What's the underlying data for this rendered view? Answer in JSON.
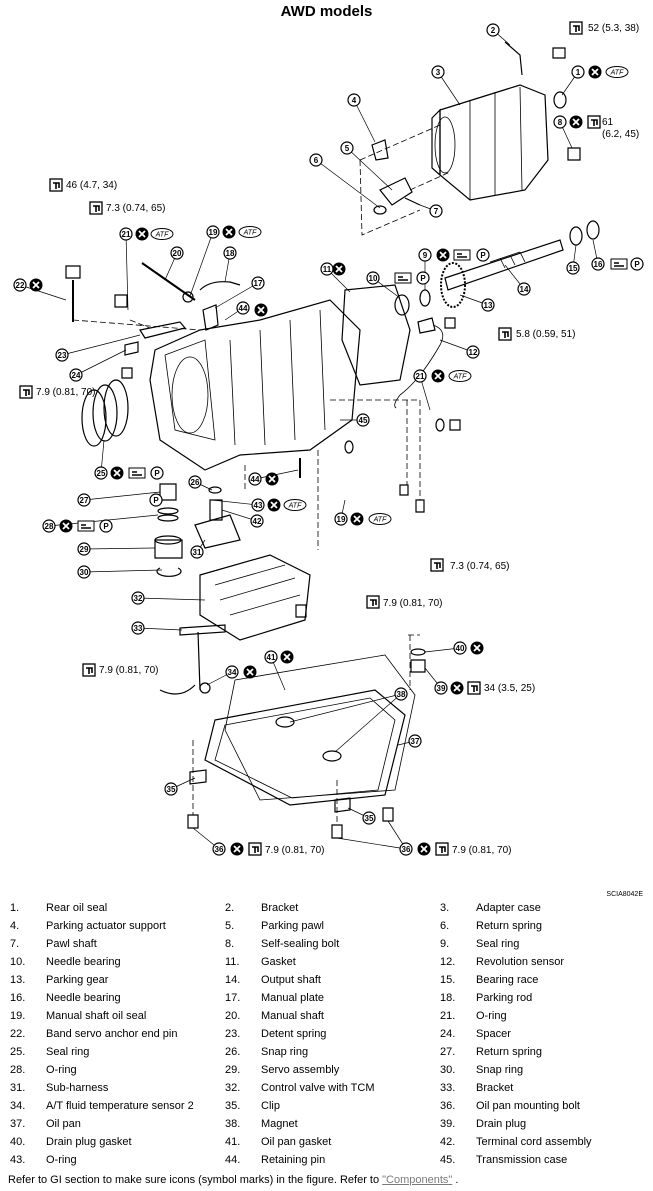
{
  "title": "AWD models",
  "diagram_code": "SCIA8042E",
  "callouts": [
    {
      "id": "t52",
      "text": "52 (5.3, 38)"
    },
    {
      "id": "t61a",
      "text": "61"
    },
    {
      "id": "t61b",
      "text": "(6.2, 45)"
    },
    {
      "id": "t46",
      "text": "46 (4.7, 34)"
    },
    {
      "id": "t73a",
      "text": "7.3 (0.74, 65)"
    },
    {
      "id": "t58",
      "text": "5.8 (0.59, 51)"
    },
    {
      "id": "t79a",
      "text": "7.9 (0.81, 70)"
    },
    {
      "id": "t73b",
      "text": "7.3 (0.74, 65)"
    },
    {
      "id": "t79b",
      "text": "7.9 (0.81, 70)"
    },
    {
      "id": "t79c",
      "text": "7.9 (0.81, 70)"
    },
    {
      "id": "t34",
      "text": "34 (3.5, 25)"
    },
    {
      "id": "t79d",
      "text": "7.9 (0.81, 70)"
    },
    {
      "id": "t79e",
      "text": "7.9 (0.81, 70)"
    }
  ],
  "symbols": {
    "atf": "ATF",
    "p": "P"
  },
  "parts": [
    {
      "num": "1.",
      "name": "Rear oil seal"
    },
    {
      "num": "2.",
      "name": "Bracket"
    },
    {
      "num": "3.",
      "name": "Adapter case"
    },
    {
      "num": "4.",
      "name": "Parking actuator support"
    },
    {
      "num": "5.",
      "name": "Parking pawl"
    },
    {
      "num": "6.",
      "name": "Return spring"
    },
    {
      "num": "7.",
      "name": "Pawl shaft"
    },
    {
      "num": "8.",
      "name": "Self-sealing bolt"
    },
    {
      "num": "9.",
      "name": "Seal ring"
    },
    {
      "num": "10.",
      "name": "Needle bearing"
    },
    {
      "num": "11.",
      "name": "Gasket"
    },
    {
      "num": "12.",
      "name": "Revolution sensor"
    },
    {
      "num": "13.",
      "name": "Parking gear"
    },
    {
      "num": "14.",
      "name": "Output shaft"
    },
    {
      "num": "15.",
      "name": "Bearing race"
    },
    {
      "num": "16.",
      "name": "Needle bearing"
    },
    {
      "num": "17.",
      "name": "Manual plate"
    },
    {
      "num": "18.",
      "name": "Parking rod"
    },
    {
      "num": "19.",
      "name": "Manual shaft oil seal"
    },
    {
      "num": "20.",
      "name": "Manual shaft"
    },
    {
      "num": "21.",
      "name": "O-ring"
    },
    {
      "num": "22.",
      "name": "Band servo anchor end pin"
    },
    {
      "num": "23.",
      "name": "Detent spring"
    },
    {
      "num": "24.",
      "name": "Spacer"
    },
    {
      "num": "25.",
      "name": "Seal ring"
    },
    {
      "num": "26.",
      "name": "Snap ring"
    },
    {
      "num": "27.",
      "name": "Return spring"
    },
    {
      "num": "28.",
      "name": "O-ring"
    },
    {
      "num": "29.",
      "name": "Servo assembly"
    },
    {
      "num": "30.",
      "name": "Snap ring"
    },
    {
      "num": "31.",
      "name": "Sub-harness"
    },
    {
      "num": "32.",
      "name": "Control valve with TCM"
    },
    {
      "num": "33.",
      "name": "Bracket"
    },
    {
      "num": "34.",
      "name": "A/T fluid temperature sensor 2"
    },
    {
      "num": "35.",
      "name": "Clip"
    },
    {
      "num": "36.",
      "name": "Oil pan mounting bolt"
    },
    {
      "num": "37.",
      "name": "Oil pan"
    },
    {
      "num": "38.",
      "name": "Magnet"
    },
    {
      "num": "39.",
      "name": "Drain plug"
    },
    {
      "num": "40.",
      "name": "Drain plug gasket"
    },
    {
      "num": "41.",
      "name": "Oil pan gasket"
    },
    {
      "num": "42.",
      "name": "Terminal cord assembly"
    },
    {
      "num": "43.",
      "name": "O-ring"
    },
    {
      "num": "44.",
      "name": "Retaining pin"
    },
    {
      "num": "45.",
      "name": "Transmission case"
    }
  ],
  "footer": {
    "text_before": "Refer to GI section to make sure icons (symbol marks) in the figure. Refer to ",
    "link_text": "\"Components\"",
    "text_after": " ."
  }
}
